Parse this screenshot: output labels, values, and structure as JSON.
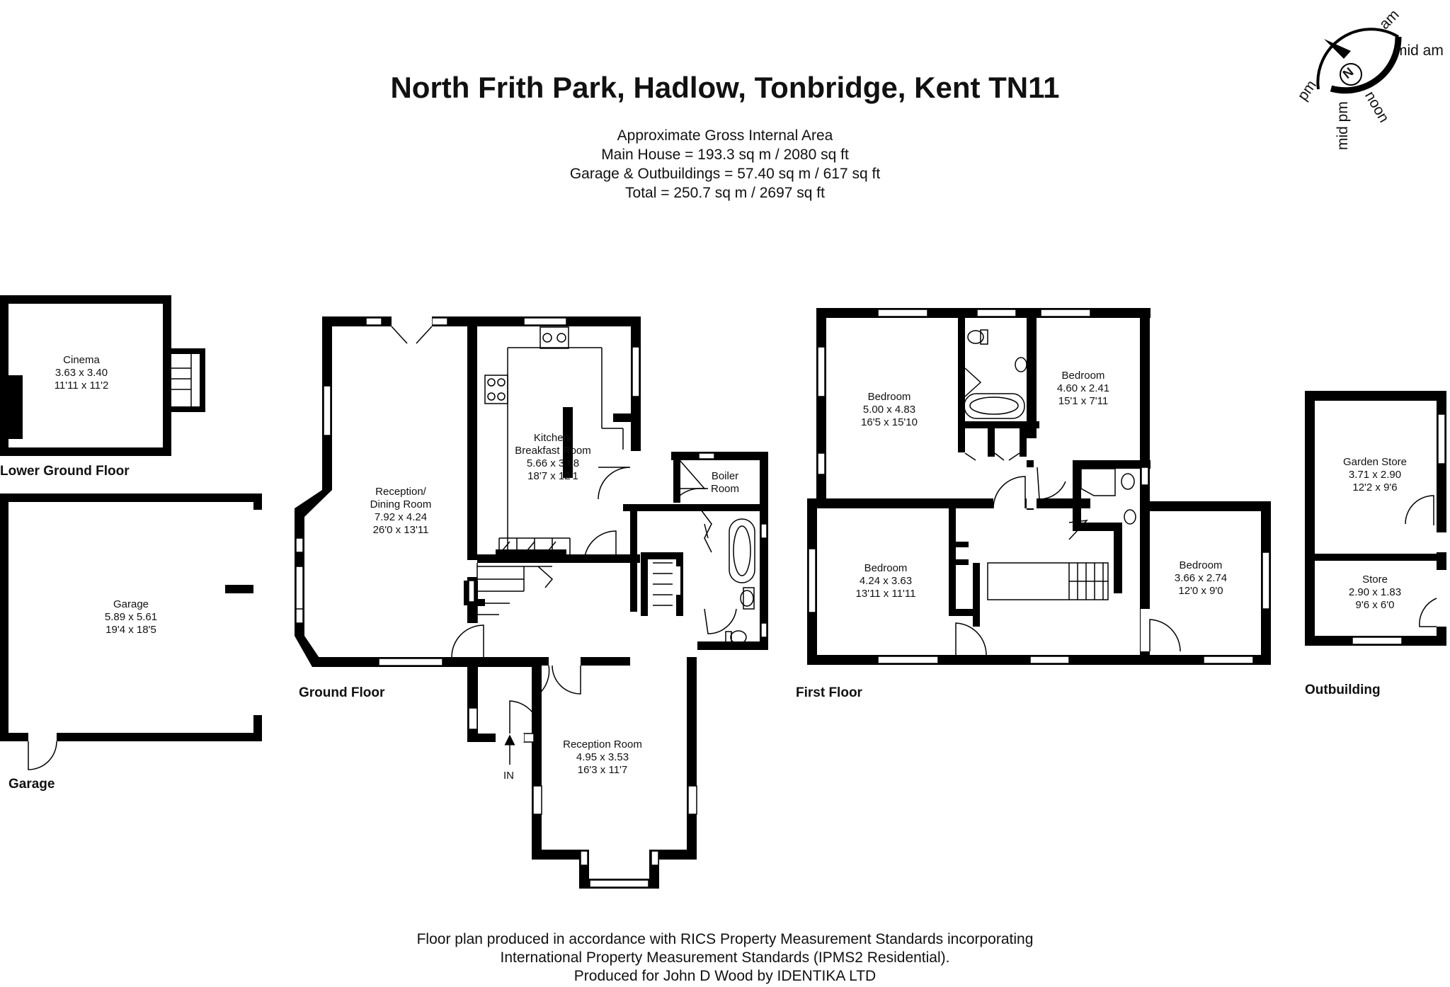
{
  "title": "North Frith Park, Hadlow, Tonbridge, Kent TN11",
  "area": {
    "heading": "Approximate Gross Internal Area",
    "main_house": "Main House = 193.3 sq m / 2080 sq ft",
    "garage_outbuildings": "Garage & Outbuildings = 57.40 sq m / 617 sq ft",
    "total": "Total = 250.7 sq m / 2697 sq ft"
  },
  "compass": {
    "north": "N",
    "am": "am",
    "mid_am": "mid am",
    "noon": "noon",
    "pm": "pm",
    "mid_pm": "mid pm"
  },
  "floors": {
    "lower_ground": "Lower Ground Floor",
    "garage": "Garage",
    "ground": "Ground Floor",
    "first": "First Floor",
    "outbuilding": "Outbuilding"
  },
  "rooms": [
    {
      "name": "Cinema",
      "metric": "3.63 x 3.40",
      "imperial": "11'11 x 11'2"
    },
    {
      "name": "Garage",
      "metric": "5.89 x 5.61",
      "imperial": "19'4 x 18'5"
    },
    {
      "name": "Reception/\nDining Room",
      "metric": "7.92 x 4.24",
      "imperial": "26'0 x 13'11"
    },
    {
      "name": "Kitchen/\nBreakfast Room",
      "metric": "5.66 x 3.68",
      "imperial": "18'7 x 12'1"
    },
    {
      "name": "Boiler\nRoom",
      "metric": "",
      "imperial": ""
    },
    {
      "name": "Reception Room",
      "metric": "4.95 x 3.53",
      "imperial": "16'3 x 11'7"
    },
    {
      "name": "Bedroom",
      "metric": "5.00 x 4.83",
      "imperial": "16'5 x 15'10"
    },
    {
      "name": "Bedroom",
      "metric": "4.60 x 2.41",
      "imperial": "15'1 x 7'11"
    },
    {
      "name": "Bedroom",
      "metric": "4.24 x 3.63",
      "imperial": "13'11 x 11'11"
    },
    {
      "name": "Bedroom",
      "metric": "3.66 x 2.74",
      "imperial": "12'0 x 9'0"
    },
    {
      "name": "Garden Store",
      "metric": "3.71 x 2.90",
      "imperial": "12'2 x 9'6"
    },
    {
      "name": "Store",
      "metric": "2.90 x 1.83",
      "imperial": "9'6 x 6'0"
    }
  ],
  "entrance": "IN",
  "footer": {
    "line1": "Floor plan produced in accordance with RICS Property Measurement Standards incorporating",
    "line2": "International Property Measurement Standards (IPMS2 Residential).",
    "line3": "Produced for John D Wood by IDENTIKA LTD"
  },
  "colors": {
    "wall": "#000000",
    "background": "#ffffff",
    "window": "#ffffff",
    "text": "#111111"
  }
}
